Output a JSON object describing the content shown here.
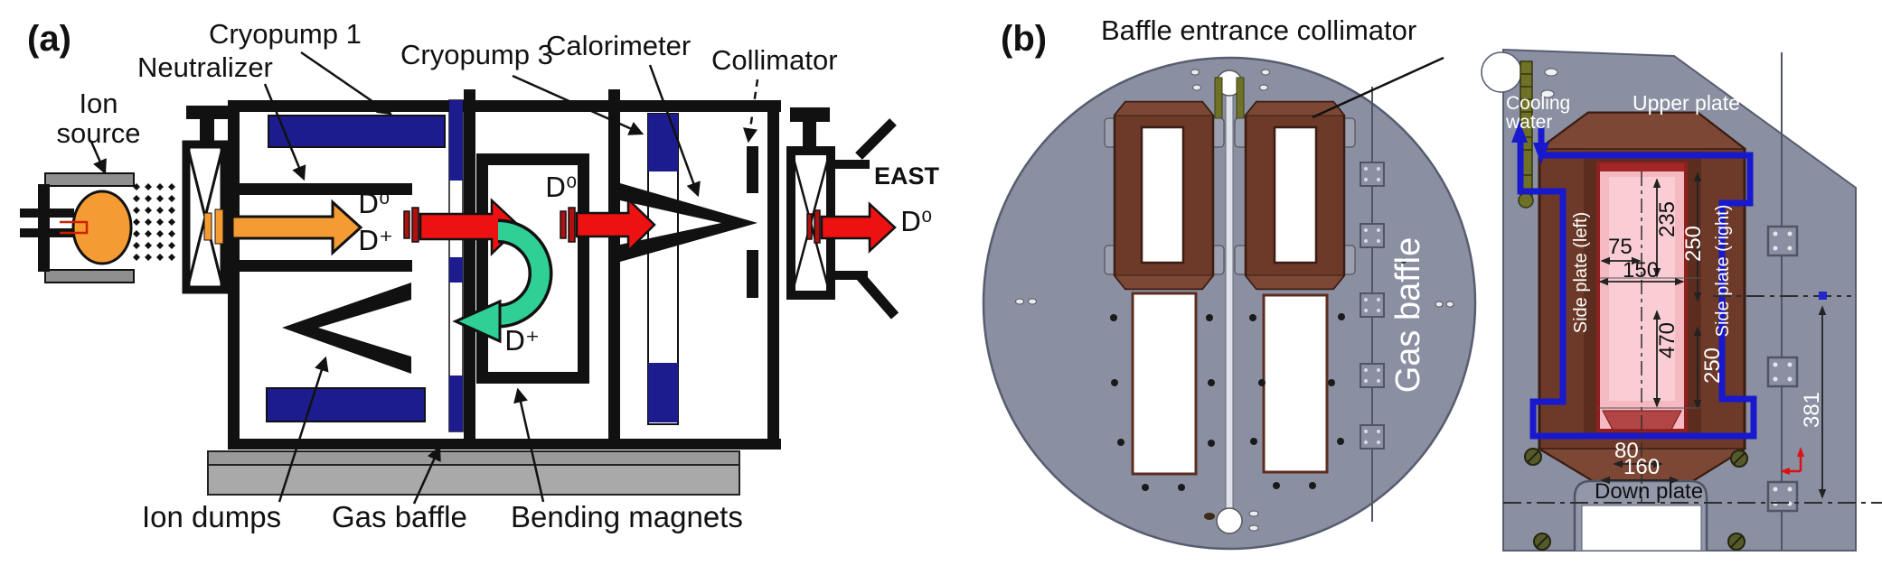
{
  "panel_a": {
    "tag": "(a)",
    "labels": {
      "ion_source": "Ion\nsource",
      "neutralizer": "Neutralizer",
      "cryopump1": "Cryopump 1",
      "cryopump3": "Cryopump 3",
      "calorimeter": "Calorimeter",
      "collimator": "Collimator",
      "east": "EAST",
      "ion_dumps": "Ion dumps",
      "gas_baffle": "Gas baffle",
      "bending_magnets": "Bending magnets",
      "beam_d0": "D⁰",
      "beam_dplus": "D⁺",
      "beam_d0_after_baffle": "D⁰",
      "beam_dplus_deflected": "D⁺",
      "beam_d0_exit": "D⁰"
    }
  },
  "panel_b": {
    "tag": "(b)",
    "title": "Baffle entrance collimator",
    "labels": {
      "gas_baffle": "Gas baffle",
      "cooling_water": "Cooling\nwater",
      "upper_plate": "Upper plate",
      "side_plate_left": "Side plate (left)",
      "side_plate_right": "Side plate (right)",
      "down_plate": "Down plate"
    },
    "dimensions_mm": {
      "aperture_half_width": "75",
      "aperture_width": "150",
      "upper_aperture_height": "235",
      "upper_plate_span": "250",
      "lower_aperture_height": "470",
      "lower_plate_span": "250",
      "bottom_half_width": "80",
      "bottom_width": "160",
      "vertical_offset": "381"
    }
  },
  "colors": {
    "cryopump_blue": "#1c1c8f",
    "beam_red": "#ee1111",
    "beam_orange": "#f59b33",
    "deflected_green": "#2fcf96",
    "flange_gray": "#8a90a2",
    "collimator_brown": "#6d3a29",
    "beam_window_pink": "#f5bac1",
    "cooling_pipe_blue": "#1818cf"
  }
}
